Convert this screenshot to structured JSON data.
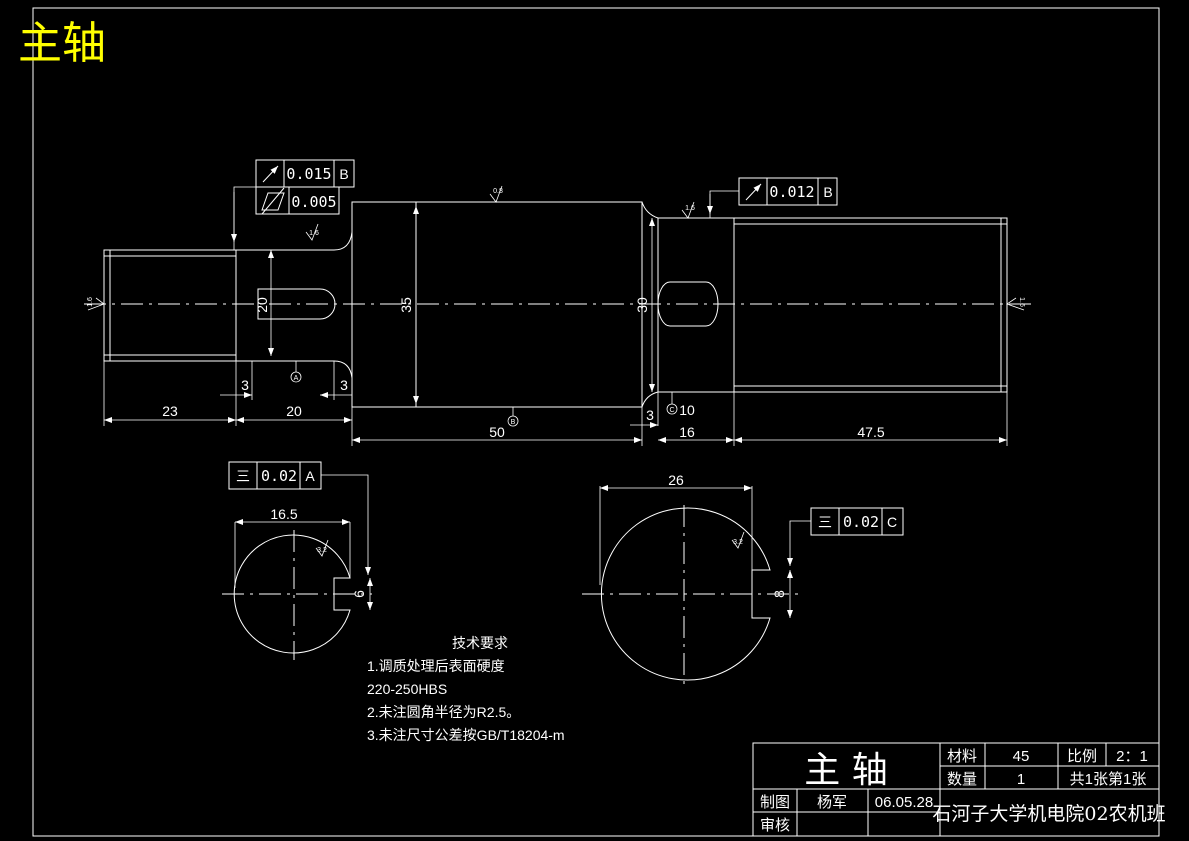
{
  "title": "主轴",
  "colors": {
    "background": "#000000",
    "line": "#ffffff",
    "title": "#ffff00"
  },
  "shaft_view": {
    "dims": {
      "len_23": "23",
      "len_20": "20",
      "len_50": "50",
      "len_16": "16",
      "len_47_5": "47.5",
      "fillet_3_left": "3",
      "fillet_3_right": "3",
      "groove_3": "3",
      "key_10": "10",
      "dia_20": "20",
      "dia_35": "35",
      "dia_30": "30"
    },
    "datums": {
      "a": "A",
      "b": "B",
      "c": "C"
    },
    "roughness": {
      "left_end": "1.6",
      "shoulder": "1.6",
      "body": "0.8",
      "right_shoulder": "1.6",
      "right_end": "1.6"
    },
    "tolerances": {
      "runout_left": {
        "symbol": "↗",
        "value": "0.015",
        "datum": "B"
      },
      "cyl_left": {
        "symbol": "⌭",
        "value": "0.005"
      },
      "runout_right": {
        "symbol": "↗",
        "value": "0.012",
        "datum": "B"
      }
    }
  },
  "section_a": {
    "width": "16.5",
    "depth": "6",
    "tol": {
      "symbol": "三",
      "value": "0.02",
      "datum": "A"
    },
    "roughness": "3.2"
  },
  "section_c": {
    "width": "26",
    "depth": "8",
    "tol": {
      "symbol": "三",
      "value": "0.02",
      "datum": "C"
    },
    "roughness": "3.2"
  },
  "tech_notes": {
    "heading": "技术要求",
    "lines": [
      "1.调质处理后表面硬度",
      "220-250HBS",
      "2.未注圆角半径为R2.5。",
      "3.未注尺寸公差按GB/T18204-m"
    ]
  },
  "title_block": {
    "part_name": "主  轴",
    "material_label": "材料",
    "material": "45",
    "scale_label": "比例",
    "scale": "2：1",
    "qty_label": "数量",
    "qty": "1",
    "sheet": "共1张第1张",
    "drawn_label": "制图",
    "drawn_by": "杨军",
    "date": "06.05.28",
    "checked_label": "审核",
    "org": "石河子大学机电院02农机班"
  }
}
